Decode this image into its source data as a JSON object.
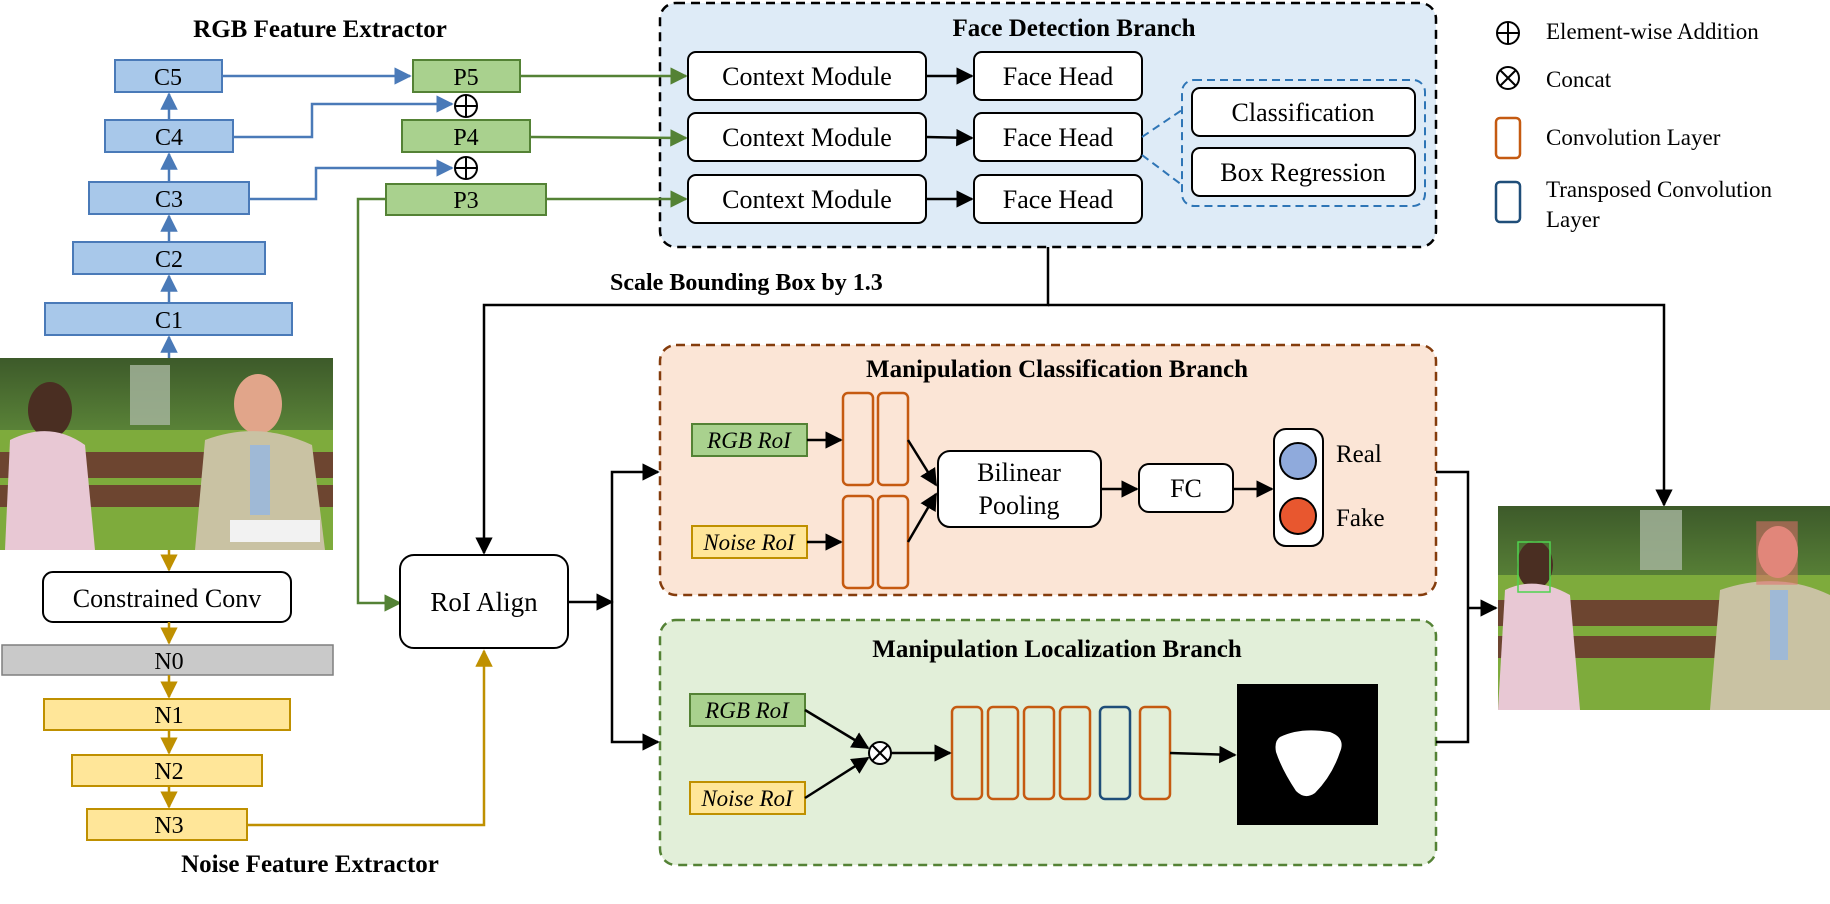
{
  "titles": {
    "rgb_extractor": "RGB Feature Extractor",
    "noise_extractor": "Noise Feature Extractor",
    "face_branch": "Face Detection Branch",
    "cls_branch": "Manipulation Classification Branch",
    "loc_branch": "Manipulation Localization Branch",
    "scale_note": "Scale Bounding Box by 1.3"
  },
  "rgb_stack": {
    "c1": "C1",
    "c2": "C2",
    "c3": "C3",
    "c4": "C4",
    "c5": "C5"
  },
  "fpn": {
    "p3": "P3",
    "p4": "P4",
    "p5": "P5"
  },
  "noise_stack": {
    "constrained": "Constrained Conv",
    "n0": "N0",
    "n1": "N1",
    "n2": "N2",
    "n3": "N3"
  },
  "face": {
    "context": "Context Module",
    "head": "Face Head",
    "classification": "Classification",
    "box_regression": "Box Regression"
  },
  "roi_align": "RoI Align",
  "cls": {
    "rgb_roi": "RGB RoI",
    "noise_roi": "Noise RoI",
    "bilinear_line1": "Bilinear",
    "bilinear_line2": "Pooling",
    "fc": "FC",
    "real": "Real",
    "fake": "Fake"
  },
  "loc": {
    "rgb_roi": "RGB RoI",
    "noise_roi": "Noise RoI"
  },
  "legend": {
    "addition": "Element-wise Addition",
    "concat": "Concat",
    "conv": "Convolution Layer",
    "tconv_line1": "Transposed Convolution",
    "tconv_line2": "Layer"
  },
  "colors": {
    "rgb_blue": "#a8c8ea",
    "rgb_blue_stroke": "#4a7ab8",
    "fpn_green": "#a9d18e",
    "fpn_green_stroke": "#548235",
    "noise_yellow": "#ffe699",
    "noise_yellow_stroke": "#bf9000",
    "n0_gray": "#c9c9c9",
    "face_bg": "#deebf7",
    "cls_bg": "#fbe5d6",
    "cls_border": "#843c0c",
    "loc_bg": "#e2efd9",
    "loc_border": "#548235",
    "conv_orange": "#c55a11",
    "tconv_navy": "#1f4e79",
    "real_blue": "#8faadc",
    "fake_red": "#e8572f"
  }
}
